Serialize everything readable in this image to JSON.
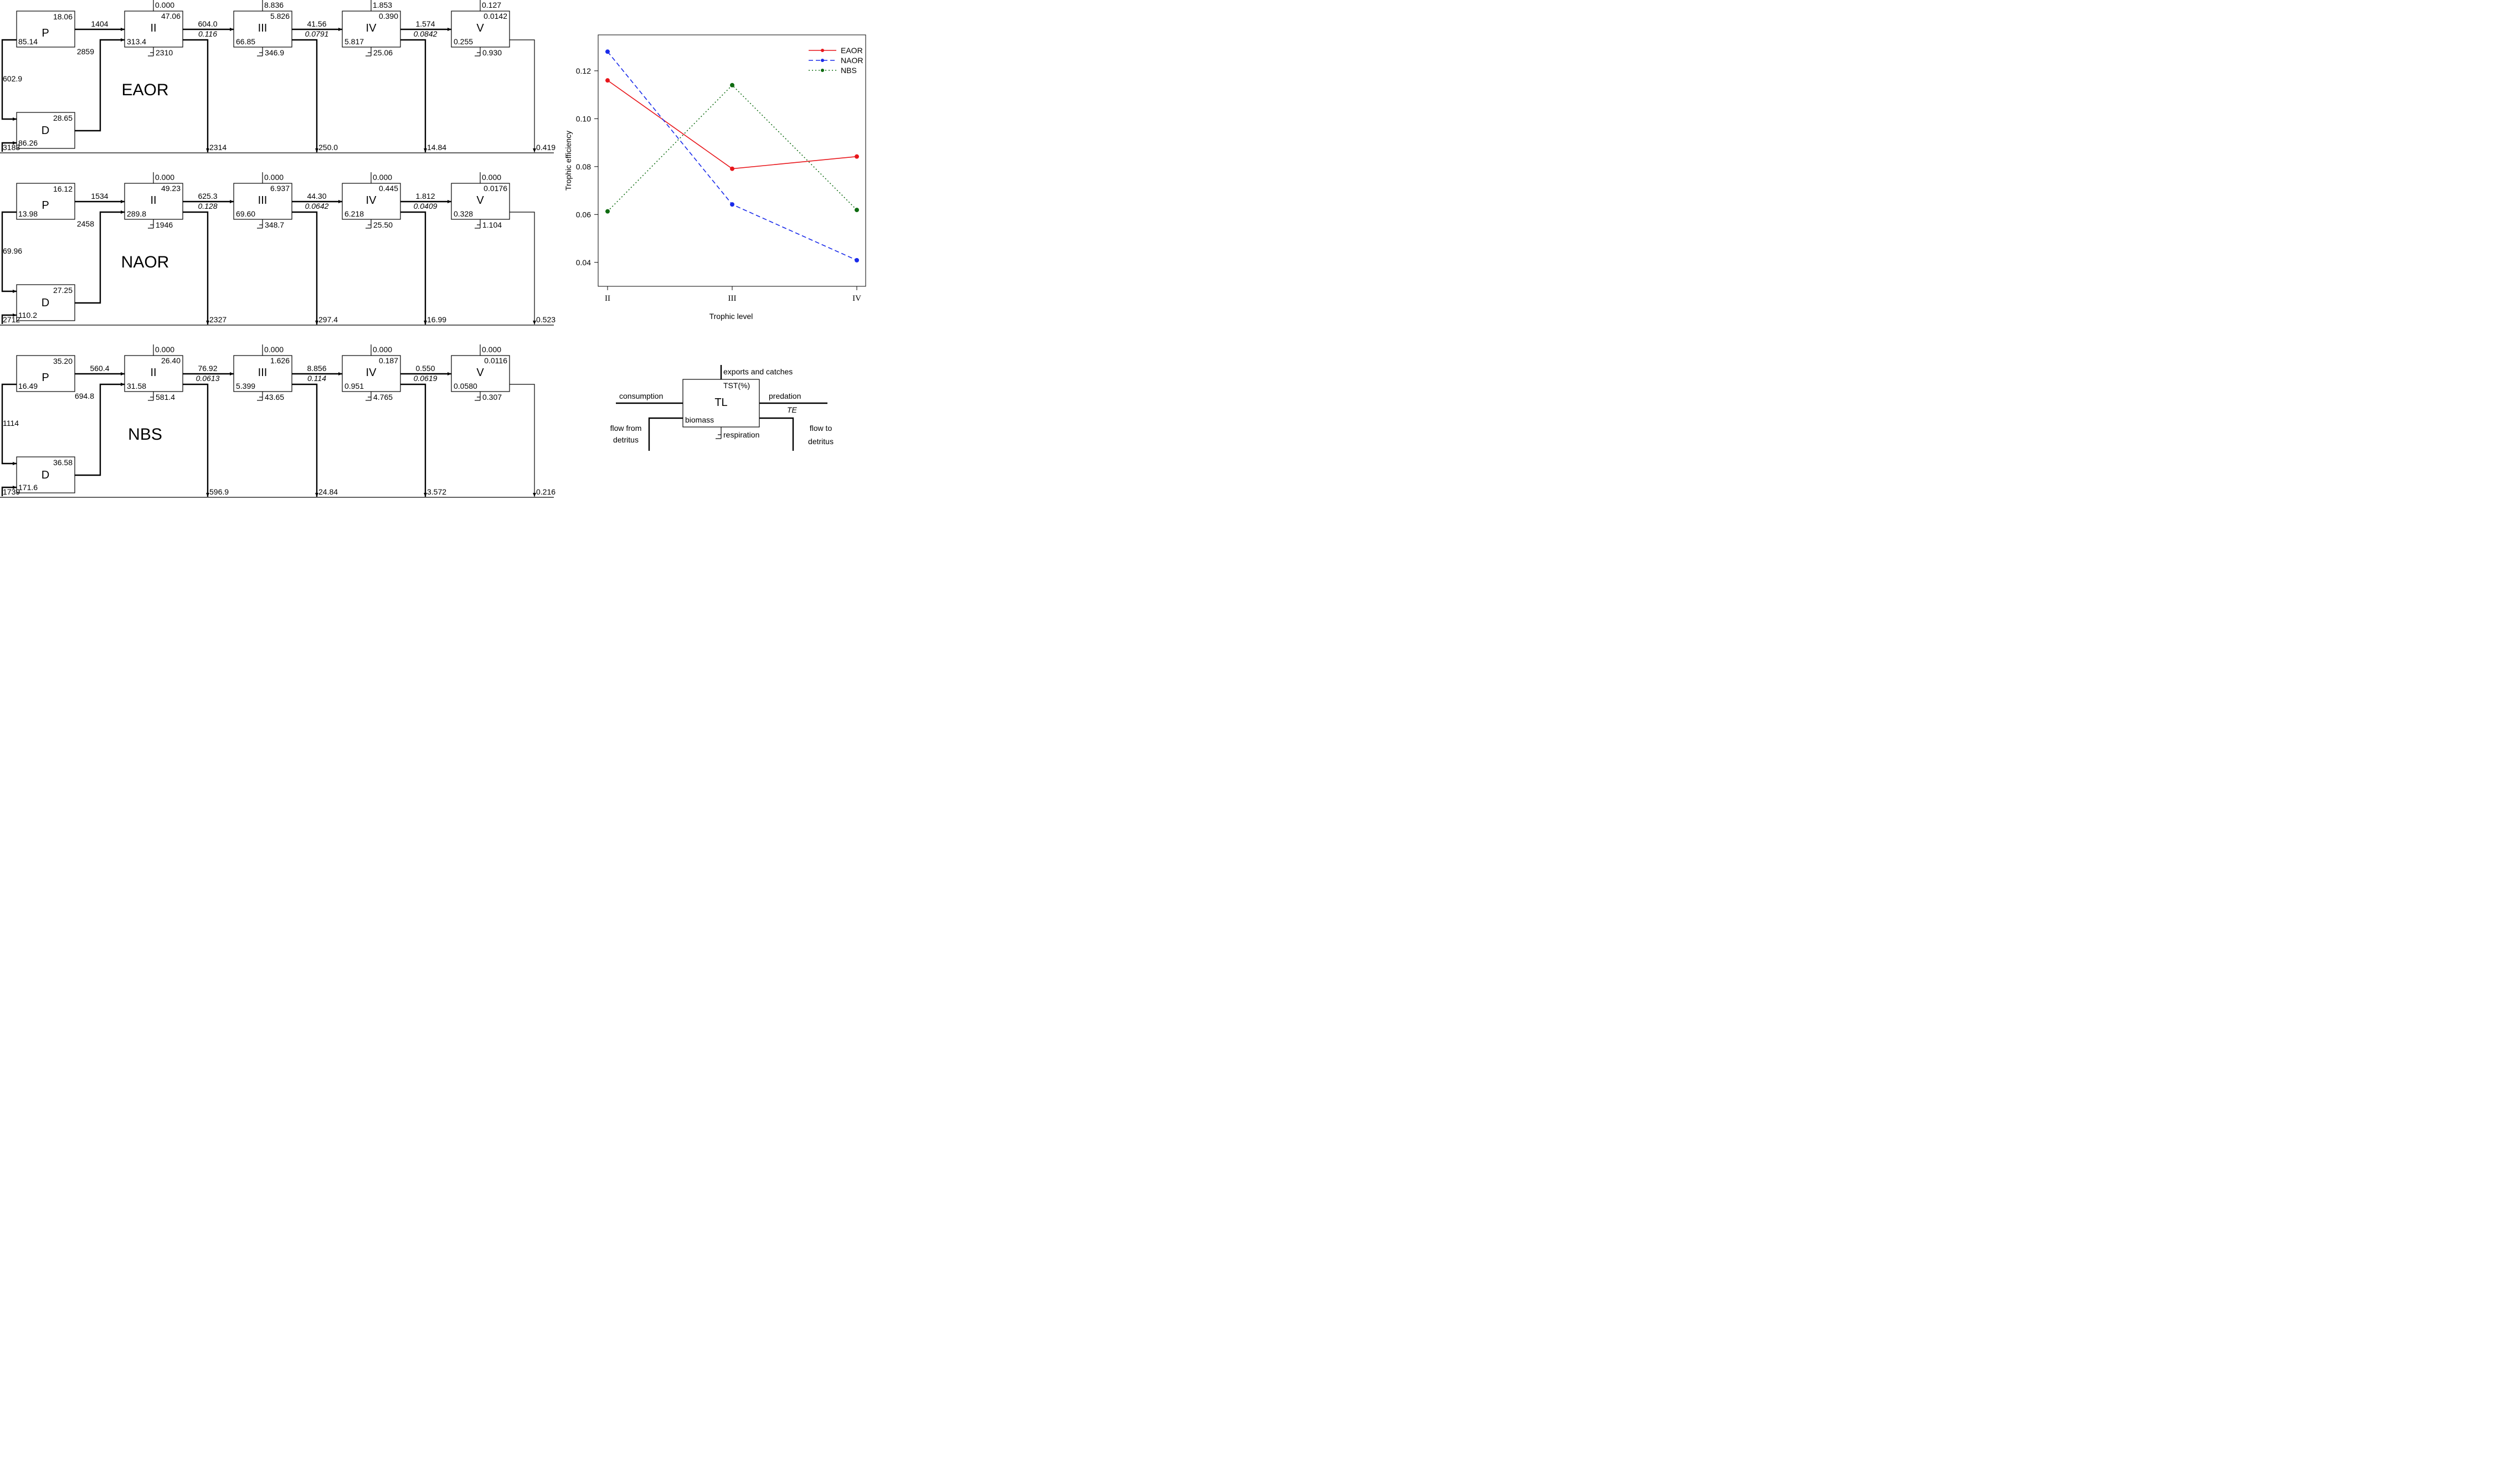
{
  "networks": [
    {
      "region": "EAOR",
      "P": {
        "label": "P",
        "top": "18.06",
        "bottom": "85.14"
      },
      "D": {
        "label": "D",
        "top": "28.65",
        "bottom": "86.26"
      },
      "p_to_d": "602.9",
      "p_to_ii": "1404",
      "d_to_ii": "2859",
      "detritus_in": "3183",
      "levels": [
        {
          "label": "II",
          "export": "0.000",
          "tst": "47.06",
          "biomass": "313.4",
          "resp": "2310",
          "flow": "604.0",
          "te": "0.116",
          "to_detritus": "2314"
        },
        {
          "label": "III",
          "export": "8.836",
          "tst": "5.826",
          "biomass": "66.85",
          "resp": "346.9",
          "flow": "41.56",
          "te": "0.0791",
          "to_detritus": "250.0"
        },
        {
          "label": "IV",
          "export": "1.853",
          "tst": "0.390",
          "biomass": "5.817",
          "resp": "25.06",
          "flow": "1.574",
          "te": "0.0842",
          "to_detritus": "14.84"
        },
        {
          "label": "V",
          "export": "0.127",
          "tst": "0.0142",
          "biomass": "0.255",
          "resp": "0.930",
          "to_detritus": "0.419"
        }
      ]
    },
    {
      "region": "NAOR",
      "P": {
        "label": "P",
        "top": "16.12",
        "bottom": "13.98"
      },
      "D": {
        "label": "D",
        "top": "27.25",
        "bottom": "110.2"
      },
      "p_to_d": "69.96",
      "p_to_ii": "1534",
      "d_to_ii": "2458",
      "detritus_in": "2712",
      "levels": [
        {
          "label": "II",
          "export": "0.000",
          "tst": "49.23",
          "biomass": "289.8",
          "resp": "1946",
          "flow": "625.3",
          "te": "0.128",
          "to_detritus": "2327"
        },
        {
          "label": "III",
          "export": "0.000",
          "tst": "6.937",
          "biomass": "69.60",
          "resp": "348.7",
          "flow": "44.30",
          "te": "0.0642",
          "to_detritus": "297.4"
        },
        {
          "label": "IV",
          "export": "0.000",
          "tst": "0.445",
          "biomass": "6.218",
          "resp": "25.50",
          "flow": "1.812",
          "te": "0.0409",
          "to_detritus": "16.99"
        },
        {
          "label": "V",
          "export": "0.000",
          "tst": "0.0176",
          "biomass": "0.328",
          "resp": "1.104",
          "to_detritus": "0.523"
        }
      ]
    },
    {
      "region": "NBS",
      "P": {
        "label": "P",
        "top": "35.20",
        "bottom": "16.49"
      },
      "D": {
        "label": "D",
        "top": "36.58",
        "bottom": "171.6"
      },
      "p_to_d": "1114",
      "p_to_ii": "560.4",
      "d_to_ii": "694.8",
      "detritus_in": "1739",
      "levels": [
        {
          "label": "II",
          "export": "0.000",
          "tst": "26.40",
          "biomass": "31.58",
          "resp": "581.4",
          "flow": "76.92",
          "te": "0.0613",
          "to_detritus": "596.9"
        },
        {
          "label": "III",
          "export": "0.000",
          "tst": "1.626",
          "biomass": "5.399",
          "resp": "43.65",
          "flow": "8.856",
          "te": "0.114",
          "to_detritus": "24.84"
        },
        {
          "label": "IV",
          "export": "0.000",
          "tst": "0.187",
          "biomass": "0.951",
          "resp": "4.765",
          "flow": "0.550",
          "te": "0.0619",
          "to_detritus": "3.572"
        },
        {
          "label": "V",
          "export": "0.000",
          "tst": "0.0116",
          "biomass": "0.0580",
          "resp": "0.307",
          "to_detritus": "0.216"
        }
      ]
    }
  ],
  "legend_box": {
    "center": "TL",
    "tst": "TST(%)",
    "exports": "exports and catches",
    "consumption": "consumption",
    "predation": "predation",
    "te": "TE",
    "biomass": "biomass",
    "respiration": "respiration",
    "flow_from_1": "flow from",
    "flow_from_2": "detritus",
    "flow_to_1": "flow to",
    "flow_to_2": "detritus"
  },
  "chart_data": {
    "type": "line",
    "title": "",
    "xlabel": "Trophic level",
    "ylabel": "Trophic efficiency",
    "categories": [
      "II",
      "III",
      "IV"
    ],
    "ylim": [
      0.03,
      0.135
    ],
    "yticks": [
      0.04,
      0.06,
      0.08,
      0.1,
      0.12
    ],
    "ytick_labels": [
      "0.04",
      "0.06",
      "0.08",
      "0.10",
      "0.12"
    ],
    "grid": false,
    "legend_position": "top-right",
    "series": [
      {
        "name": "EAOR",
        "values": [
          0.116,
          0.0791,
          0.0842
        ],
        "color": "#e8161b",
        "dash": "solid"
      },
      {
        "name": "NAOR",
        "values": [
          0.128,
          0.0642,
          0.0409
        ],
        "color": "#1a2bea",
        "dash": "dashed"
      },
      {
        "name": "NBS",
        "values": [
          0.0613,
          0.114,
          0.0619
        ],
        "color": "#0e6b10",
        "dash": "dotted"
      }
    ]
  }
}
